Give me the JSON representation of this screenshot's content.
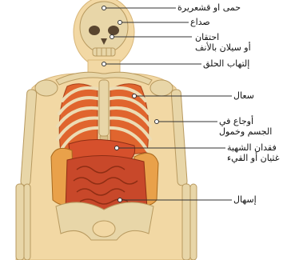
{
  "labels": [
    {
      "id": "fever",
      "lines": [
        "حمى او قشعريرة"
      ]
    },
    {
      "id": "headache",
      "lines": [
        "صداع"
      ]
    },
    {
      "id": "congestion",
      "lines": [
        "احتقان",
        "أو سيلان بالأنف"
      ]
    },
    {
      "id": "sore-throat",
      "lines": [
        "إلتهاب الحلق"
      ]
    },
    {
      "id": "cough",
      "lines": [
        "سعال"
      ]
    },
    {
      "id": "body-aches",
      "lines": [
        "أوجاع في",
        "الجسم وخمول"
      ]
    },
    {
      "id": "appetite-nausea",
      "lines": [
        "فقدان الشهية",
        "غثيان أو القيء"
      ]
    },
    {
      "id": "diarrhea",
      "lines": [
        "إسهال"
      ]
    }
  ],
  "colors": {
    "bone": "#e8d6a8",
    "bone_shade": "#c9b07a",
    "skin": "#f2d8a4",
    "lungs": "#e0652e",
    "organs": "#d6502c",
    "leader": "#333333"
  }
}
